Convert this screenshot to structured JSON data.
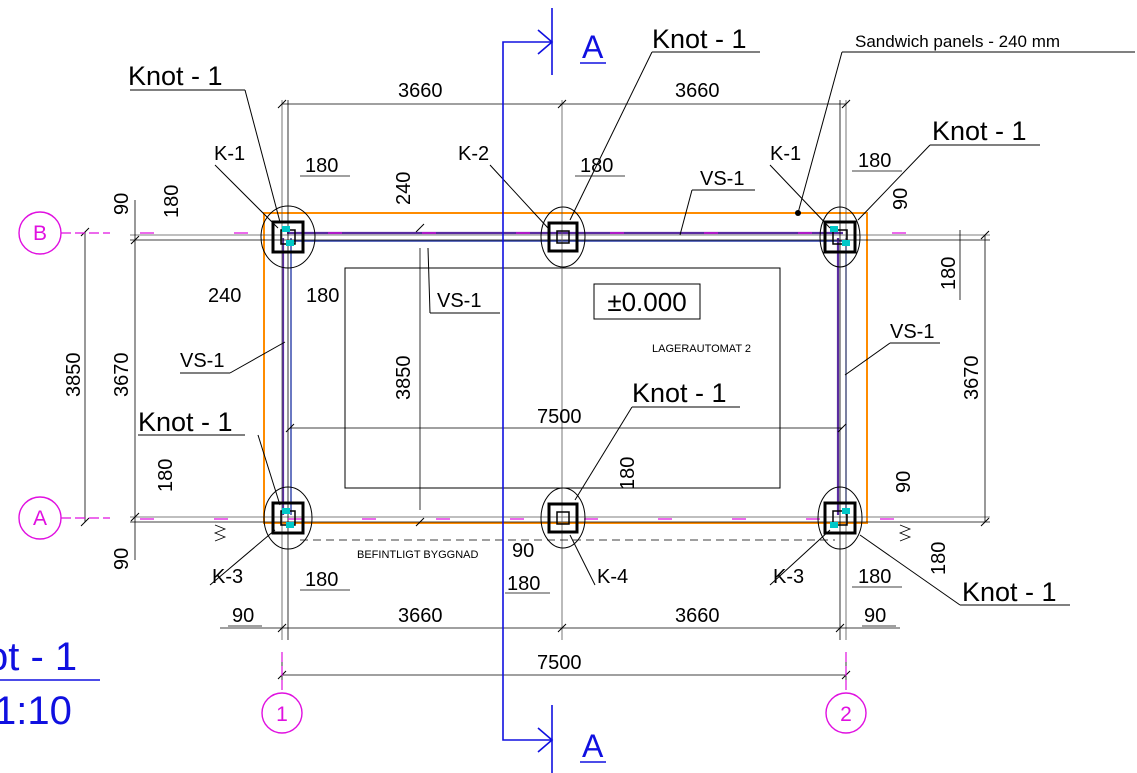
{
  "colors": {
    "grid_bubble": "#e010e0",
    "section_line": "#1010e0",
    "panel_outline": "#ff8c00",
    "beam": "#5a2ca0",
    "accent_cyan": "#00c8c8",
    "title_blue": "#1010e0"
  },
  "section": {
    "label": "A"
  },
  "grid": {
    "rows": [
      "B",
      "A"
    ],
    "cols": [
      "1",
      "2"
    ]
  },
  "labels": {
    "knot": "Knot - 1",
    "sandwich": "Sandwich panels - 240 mm",
    "k1": "K-1",
    "k2": "K-2",
    "k3": "K-3",
    "k4": "K-4",
    "vs1": "VS-1",
    "level": "±0.000",
    "room": "LAGERAUTOMAT 2",
    "existing": "BEFINTLIGT BYGGNAD"
  },
  "dims": {
    "d3660": "3660",
    "d7500": "7500",
    "d180": "180",
    "d90": "90",
    "d240": "240",
    "d3850": "3850",
    "d3670": "3670"
  },
  "title": {
    "name": "ot - 1",
    "scale": "1:10"
  }
}
